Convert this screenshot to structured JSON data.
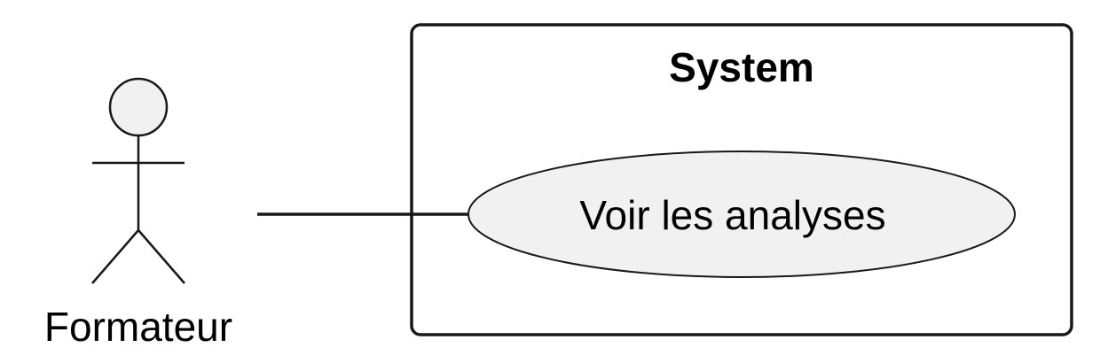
{
  "diagram": {
    "system": {
      "title": "System"
    },
    "actor": {
      "name": "Formateur"
    },
    "usecase": {
      "label": "Voir les analyses"
    }
  },
  "colors": {
    "stroke": "#181818",
    "actor_fill": "#f1f1f1",
    "usecase_fill": "#f1f1f1",
    "background": "#ffffff"
  }
}
